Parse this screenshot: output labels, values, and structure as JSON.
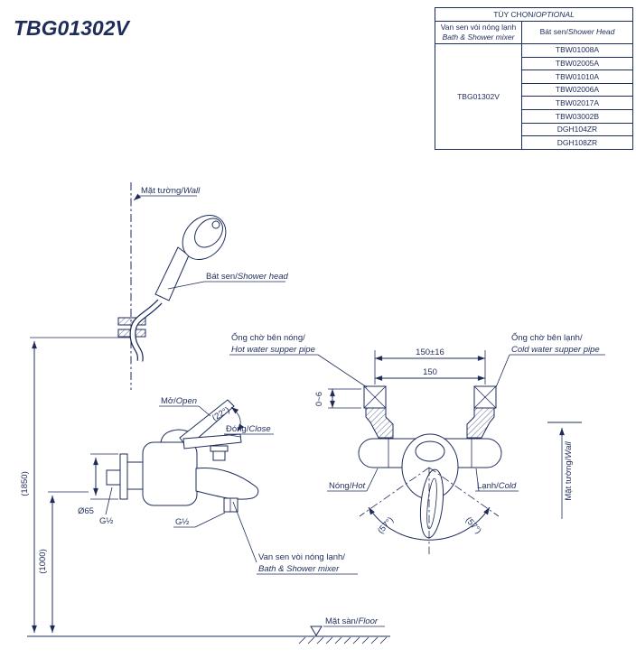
{
  "theme": {
    "ink": "#1e2c5a"
  },
  "title": "TBG01302V",
  "table": {
    "header": {
      "vi": "TÙY CHỌN/",
      "en": "OPTIONAL"
    },
    "mixer_col": {
      "vi": "Van sen vòi nóng lạnh",
      "en": "Bath & Shower mixer"
    },
    "shower_col": {
      "vi": "Bát sen/",
      "en": "Shower Head"
    },
    "code": "TBG01302V",
    "shower_heads": [
      "TBW01008A",
      "TBW02005A",
      "TBW01010A",
      "TBW02006A",
      "TBW02017A",
      "TBW03002B",
      "DGH104ZR",
      "DGH108ZR"
    ]
  },
  "labels": {
    "wall_top": {
      "vi": "Mặt tường/",
      "en": "Wall"
    },
    "shower_head": {
      "vi": "Bát sen/",
      "en": "Shower head"
    },
    "hot_pipe": {
      "vi": "Ống chờ bên nóng/",
      "en": "Hot water supper pipe"
    },
    "cold_pipe": {
      "vi": "Ống chờ bên lạnh/",
      "en": "Cold water supper pipe"
    },
    "open": {
      "vi": "Mở/",
      "en": "Open"
    },
    "close": {
      "vi": "Đóng/",
      "en": "Close"
    },
    "hot": {
      "vi": "Nóng/",
      "en": "Hot"
    },
    "cold": {
      "vi": "Lạnh/",
      "en": "Cold"
    },
    "mixer": {
      "vi": "Van sen vòi nóng lạnh/",
      "en": "Bath & Shower mixer"
    },
    "wall_side": {
      "vi": "Mặt tường/",
      "en": "Wall"
    },
    "floor": {
      "vi": "Mặt sàn/",
      "en": "Floor"
    }
  },
  "dimensions": {
    "pipe_span_tolerance": "150±16",
    "pipe_span": "150",
    "wall_gap": "0~6",
    "open_angle": "(22°)",
    "swing_angle_left": "(57°)",
    "swing_angle_right": "(57°)",
    "shower_height": "(1850)",
    "mixer_height": "(1000)",
    "flange_diameter": "Ø65",
    "wall_thread": "G½",
    "outlet_thread": "G½"
  }
}
